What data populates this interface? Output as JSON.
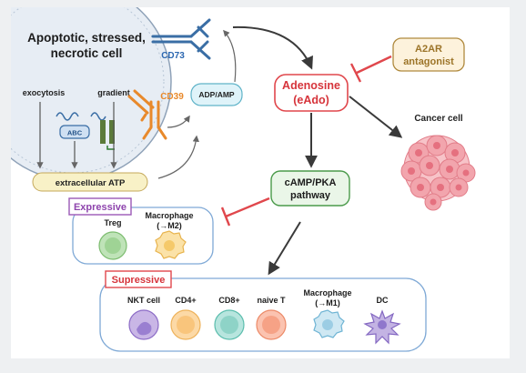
{
  "cell": {
    "line1": "Apoptotic, stressed,",
    "line2": "necrotic cell"
  },
  "enzymes": {
    "cd73": "CD73",
    "cd39": "CD39",
    "abc": "ABC"
  },
  "release": {
    "exocytosis": "exocytosis",
    "gradient": "gradient",
    "atp": "extracellular ATP",
    "adp_amp": "ADP/AMP"
  },
  "adenosine": {
    "line1": "Adenosine",
    "line2": "(eAdo)"
  },
  "antagonist": {
    "line1": "A2AR",
    "line2": "antagonist"
  },
  "cancer": {
    "label": "Cancer cell"
  },
  "pathway": {
    "line1": "cAMP/PKA",
    "line2": "pathway"
  },
  "expressive": {
    "title": "Expressive",
    "cells": [
      {
        "line1": "Treg",
        "line2": ""
      },
      {
        "line1": "Macrophage",
        "line2": "(→M2)"
      }
    ]
  },
  "supressive": {
    "title": "Supressive",
    "cells": [
      {
        "line1": "NKT cell",
        "line2": ""
      },
      {
        "line1": "CD4+",
        "line2": ""
      },
      {
        "line1": "CD8+",
        "line2": ""
      },
      {
        "line1": "naive T",
        "line2": ""
      },
      {
        "line1": "Macrophage",
        "line2": "(→M1)"
      },
      {
        "line1": "DC",
        "line2": ""
      }
    ]
  },
  "colors": {
    "red": "#e0474c",
    "purple": "#9b59b6",
    "blue_receptor": "#3a6ea5",
    "orange_receptor": "#e8892b",
    "cancer": "#f2a5ad",
    "teal_box": "#5fb3c8",
    "green_box": "#4a9a4a",
    "brown_box": "#b08a3e"
  }
}
